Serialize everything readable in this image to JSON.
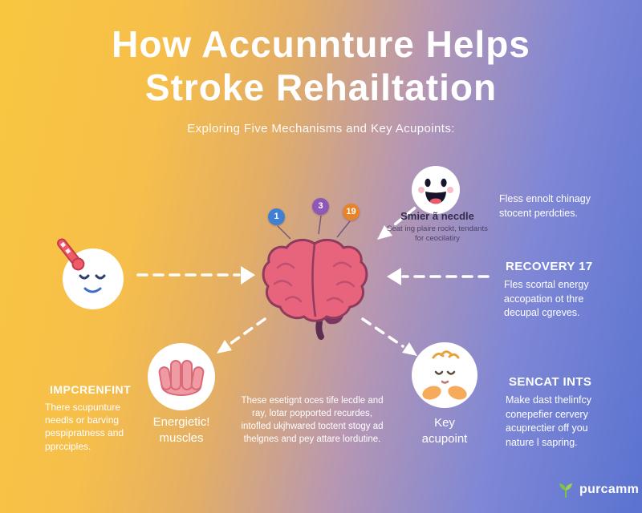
{
  "header": {
    "title_line1": "How Accunnture Helps",
    "title_line2": "Stroke Rehailtation",
    "subtitle": "Exploring Five Mechanisms and Key Acupoints:"
  },
  "badges": [
    {
      "label": "1",
      "color": "#3f7fd4"
    },
    {
      "label": "3",
      "color": "#8e57b8"
    },
    {
      "label": "19",
      "color": "#e8832a"
    }
  ],
  "needle_note": {
    "title": "Smier ã necdle",
    "body": "Seat ing plaire rockt, tendants for ceocilatiry"
  },
  "right_column": {
    "intro": "Fless ennolt chinagy stocent perdcties.",
    "recovery_heading": "RECOVERY 17",
    "recovery_body": "Fles scortal energy accopation ot thre decupal cgreves.",
    "sencat_heading": "SENCAT INTS",
    "sencat_body": "Make dast thelinfcy conepefier cervery acuprectier off you nature l sapring."
  },
  "left_column": {
    "heading": "IMPCRENFINT",
    "body": "There scupunture needls or barving pespipratness and pprcciples."
  },
  "labels": {
    "muscles": "Energietic! muscles",
    "key_acupoint": "Key acupoint"
  },
  "center_note": "These esetignt oces tife lecdle and ray, lotar popported recurdes, intofled ukjhwared toctent stogy ad thelgnes and pey attare lordutine.",
  "footer": {
    "logo_text": "purcamm"
  },
  "icons": {
    "left_circle": "thermometer-smiley-face",
    "top_right_circle": "laughing-face",
    "center": "brain",
    "bottom_left_circle": "muscles",
    "bottom_right_circle": "acupoint-face",
    "logo": "seedling-leaf"
  },
  "colors": {
    "background_left": "#f8c644",
    "background_right": "#5c74d0",
    "brain": "#e8647c",
    "brain_outline": "#8e3b5e",
    "muscle_pink": "#f09aa4",
    "leaf_green": "#7dc242",
    "arrow": "#ffffff"
  }
}
